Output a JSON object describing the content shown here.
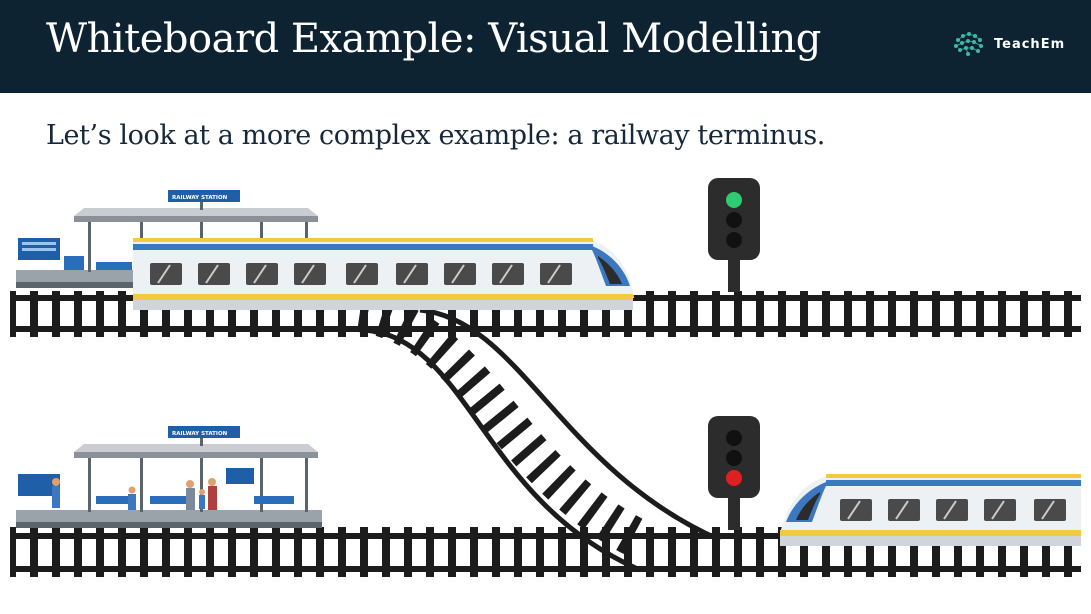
{
  "header": {
    "title": "Whiteboard Example: Visual Modelling",
    "logo_text": "TeachEm",
    "background": "#0e2332"
  },
  "subtitle": "Let’s look at a more complex example: a railway terminus.",
  "scene": {
    "station_sign": "RAILWAY STATION",
    "top_signal_active": "green",
    "bottom_signal_active": "red",
    "colors": {
      "train_blue": "#3c78c0",
      "train_yellow": "#f5c842",
      "signal_green": "#2ecc71",
      "signal_red": "#e02020",
      "track": "#1c1c1c"
    }
  }
}
